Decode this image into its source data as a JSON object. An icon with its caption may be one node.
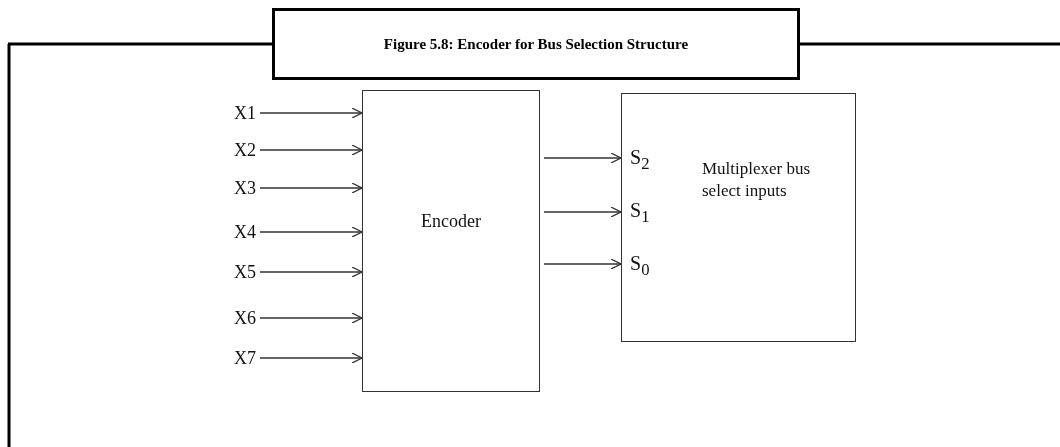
{
  "diagram": {
    "title": "Figure 5.8: Encoder for Bus Selection Structure",
    "nodes": [
      {
        "text": [
          "X1"
        ]
      },
      {
        "text": [
          "X2"
        ]
      },
      {
        "text": [
          "X3"
        ]
      },
      {
        "text": [
          "X4"
        ]
      },
      {
        "text": [
          "X5"
        ]
      },
      {
        "text": [
          "X6"
        ]
      },
      {
        "text": [
          "X7"
        ]
      },
      {
        "text": [
          "Encoder"
        ]
      },
      {
        "text": [
          "S$_{2}$",
          "S$_{1}$",
          "S$_{0}$",
          "Multiplexer bus select inputs"
        ]
      }
    ],
    "edges": [
      {
        "from": 0,
        "to": 7,
        "arrow": "to"
      },
      {
        "from": 1,
        "to": 7,
        "arrow": "to"
      },
      {
        "from": 2,
        "to": 7,
        "arrow": "to"
      },
      {
        "from": 3,
        "to": 7,
        "arrow": "to"
      },
      {
        "from": 4,
        "to": 7,
        "arrow": "to"
      },
      {
        "from": 5,
        "to": 7,
        "arrow": "to"
      },
      {
        "from": 6,
        "to": 7,
        "arrow": "to"
      },
      {
        "from": 7,
        "to": 8,
        "arrow": "to"
      },
      {
        "from": 7,
        "to": 8,
        "arrow": "to"
      },
      {
        "from": 7,
        "to": 8,
        "arrow": "to"
      }
    ]
  }
}
